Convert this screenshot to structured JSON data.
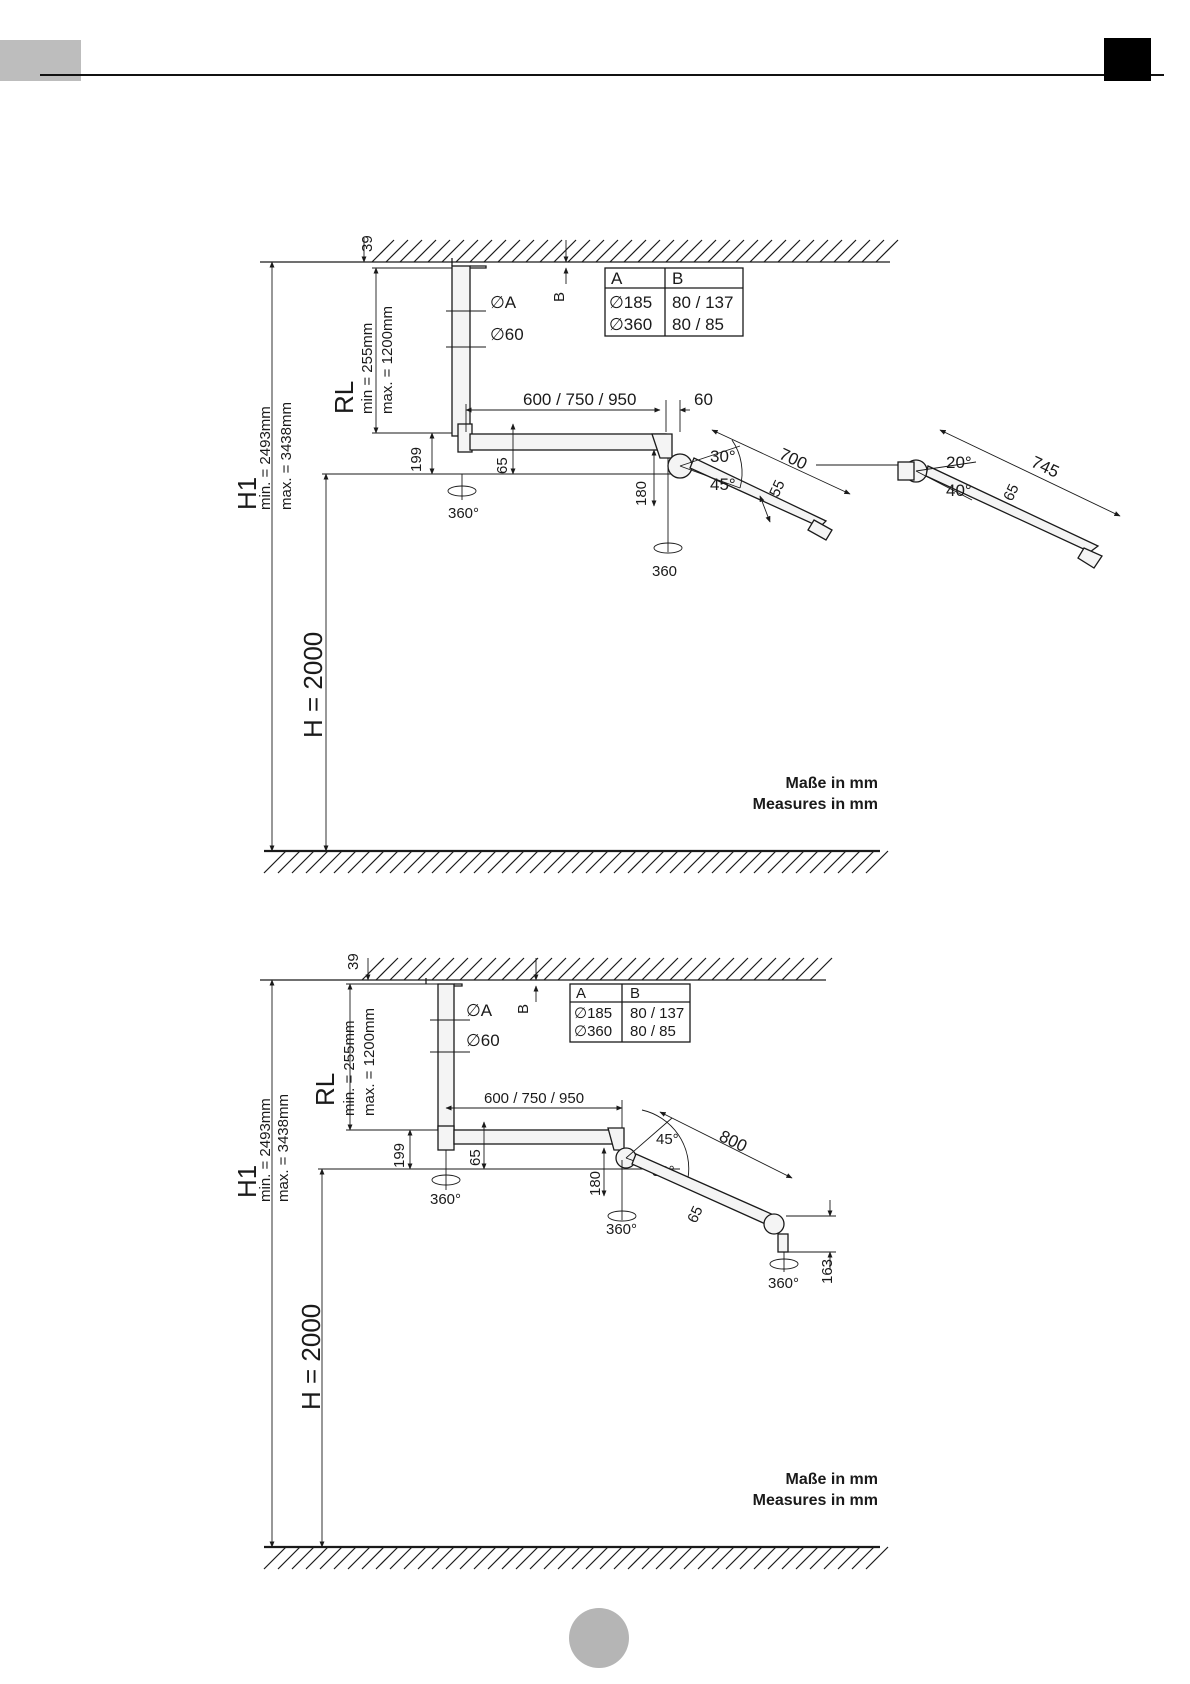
{
  "diagram1": {
    "label_39": "39",
    "label_B": "B",
    "table": {
      "headers": [
        "A",
        "B"
      ],
      "rows": [
        [
          "∅185",
          "80 / 137"
        ],
        [
          "∅360",
          "80 / 85"
        ]
      ]
    },
    "label_dia_A": "∅A",
    "label_dia_60": "∅60",
    "label_RL": "RL",
    "label_rl_min": "min = 255mm",
    "label_rl_max": "max. = 1200mm",
    "label_H1": "H1",
    "label_h1_min": "min. = 2493mm",
    "label_h1_max": "max. = 3438mm",
    "label_arm_length": "600 / 750 / 950",
    "label_60": "60",
    "label_199": "199",
    "label_65": "65",
    "label_180": "180",
    "label_360deg": "360°",
    "label_360": "360",
    "label_30deg": "30°",
    "label_45deg": "45°",
    "label_700": "700",
    "label_55": "55",
    "label_20deg": "20°",
    "label_40deg": "40°",
    "label_745": "745",
    "label_65b": "65",
    "label_H": "H = 2000",
    "note_de": "Maße in mm",
    "note_en": "Measures in mm"
  },
  "diagram2": {
    "label_39": "39",
    "label_B": "B",
    "table": {
      "headers": [
        "A",
        "B"
      ],
      "rows": [
        [
          "∅185",
          "80 / 137"
        ],
        [
          "∅360",
          "80 / 85"
        ]
      ]
    },
    "label_dia_A": "∅A",
    "label_dia_60": "∅60",
    "label_RL": "RL",
    "label_rl_min": "min. = 255mm",
    "label_rl_max": "max. = 1200mm",
    "label_H1": "H1",
    "label_h1_min": "min. = 2493mm",
    "label_h1_max": "max. = 3438mm",
    "label_arm_length": "600 / 750 / 950",
    "label_199": "199",
    "label_65": "65",
    "label_180": "180",
    "label_360deg_a": "360°",
    "label_360deg_b": "360°",
    "label_360deg_c": "360°",
    "label_45deg": "45°",
    "label_50deg": "50°",
    "label_800": "800",
    "label_65b": "65",
    "label_163": "163",
    "label_H": "H = 2000",
    "note_de": "Maße in mm",
    "note_en": "Measures in mm"
  }
}
